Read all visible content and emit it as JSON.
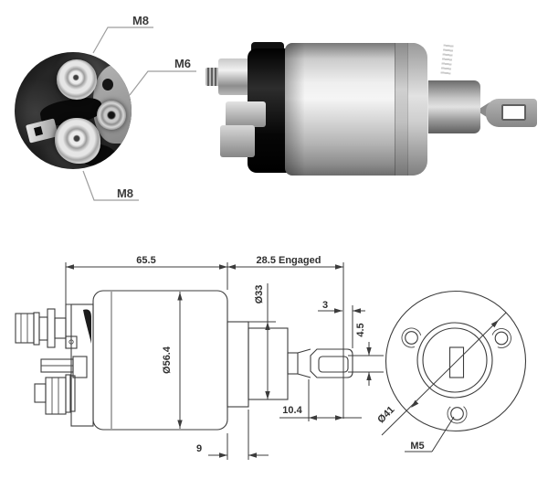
{
  "end_view": {
    "labels": {
      "top_terminal": "M8",
      "side_terminal": "M6",
      "bottom_terminal": "M8"
    }
  },
  "side_view": {
    "dimensions": {
      "body_length": "65.5",
      "engaged_travel": "28.5 Engaged",
      "body_diameter": "Ø56.4",
      "collar_diameter": "Ø33",
      "cap_depth": "9"
    }
  },
  "plunger_detail": {
    "dimensions": {
      "tip_offset": "3",
      "slot_height": "4.5",
      "slot_depth": "10.4"
    }
  },
  "front_view": {
    "dimensions": {
      "bolt_circle_diameter": "Ø41",
      "mount_hole_thread": "M5"
    }
  },
  "colors": {
    "background": "#ffffff",
    "drawing_line": "#3c3c3c",
    "leader_line": "#9e9e9e"
  }
}
